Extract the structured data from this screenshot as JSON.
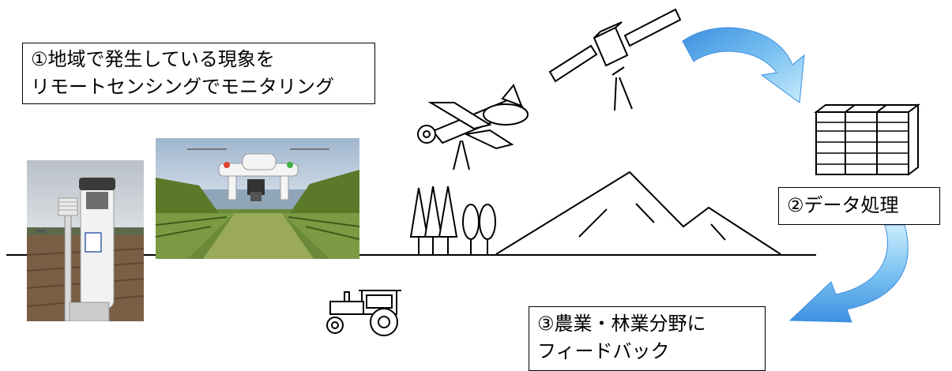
{
  "boxes": {
    "monitoring": "①地域で発生している現象を\nリモートセンシングでモニタリング",
    "processing": "②データ処理",
    "feedback": "③農業・林業分野に\nフィードバック"
  },
  "colors": {
    "arrow_dark": "#3d8fe0",
    "arrow_light": "#c9ecfb",
    "line": "#000000"
  },
  "icons": [
    "satellite-icon",
    "airplane-icon",
    "server-rack-icon",
    "tractor-icon",
    "tree-icon",
    "mountain-icon",
    "curved-arrow-icon",
    "weather-sensor-photo",
    "drone-photo"
  ]
}
